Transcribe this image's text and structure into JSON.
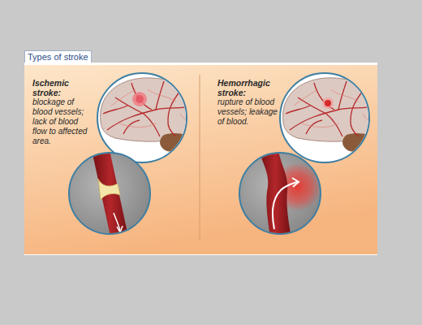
{
  "diagram": {
    "title": "Types of stroke",
    "labels": [
      "Ischemic stroke:",
      "blockage of blood vessels; lack of blood flow to affected area.",
      "Hemorrhagic stroke:",
      "rupture of blood vessels; leakage of blood."
    ]
  }
}
